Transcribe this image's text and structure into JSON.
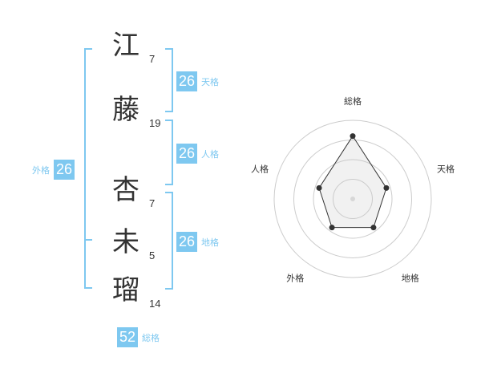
{
  "name": {
    "chars": [
      {
        "char": "江",
        "strokes": "7"
      },
      {
        "char": "藤",
        "strokes": "19"
      },
      {
        "char": "杏",
        "strokes": "7"
      },
      {
        "char": "未",
        "strokes": "5"
      },
      {
        "char": "瑠",
        "strokes": "14"
      }
    ]
  },
  "kakusu": {
    "tenkaku": {
      "value": "26",
      "label": "天格"
    },
    "jinkaku": {
      "value": "26",
      "label": "人格"
    },
    "chikaku": {
      "value": "26",
      "label": "地格"
    },
    "gaikaku": {
      "value": "26",
      "label": "外格"
    },
    "soukaku": {
      "value": "52",
      "label": "総格"
    }
  },
  "colors": {
    "accent": "#7ec8f0",
    "text": "#333333",
    "grid": "#cccccc"
  },
  "chart_data": {
    "type": "radar",
    "axes": [
      "総格",
      "天格",
      "地格",
      "外格",
      "人格"
    ],
    "values": [
      0.8,
      0.45,
      0.45,
      0.45,
      0.45
    ],
    "rings": 4
  }
}
